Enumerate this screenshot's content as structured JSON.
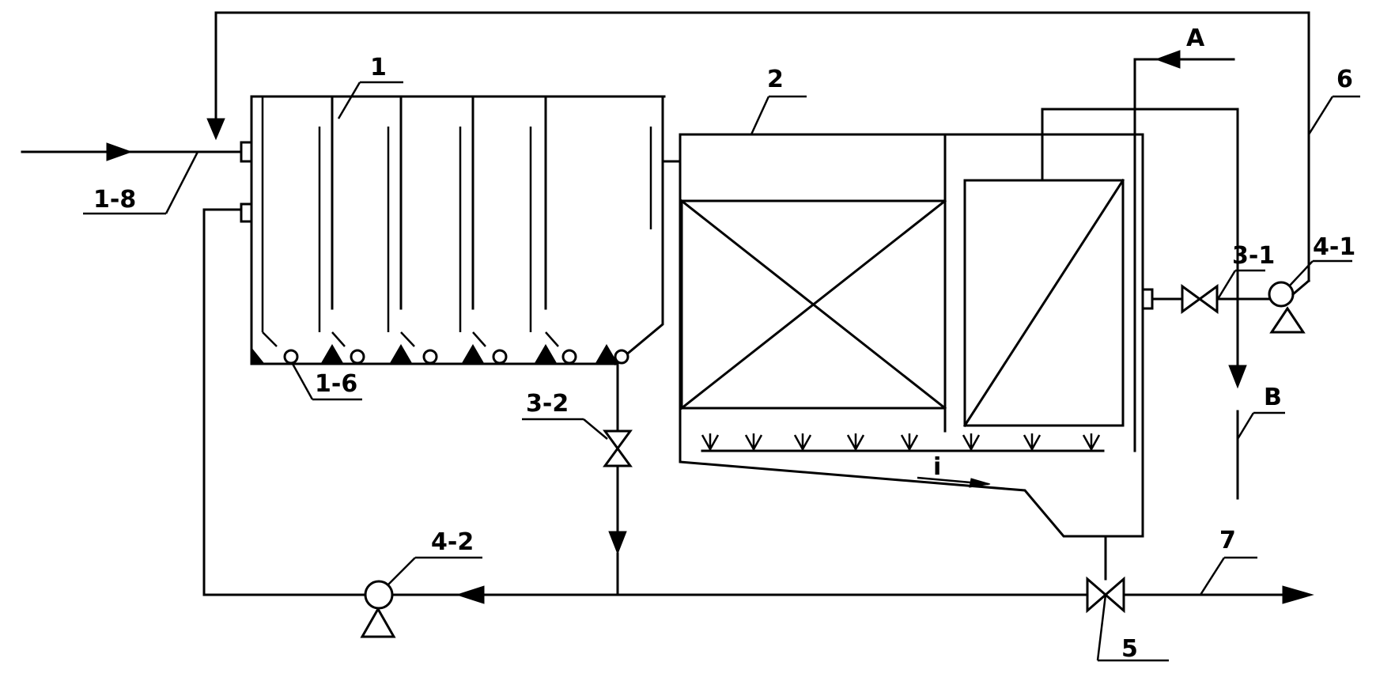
{
  "labels": {
    "tank1": "1",
    "tank2": "2",
    "valve_3_1": "3-1",
    "valve_3_2": "3-2",
    "pump_4_1": "4-1",
    "pump_4_2": "4-2",
    "valve_5": "5",
    "pipe_6": "6",
    "pipe_7": "7",
    "inlet_1_8": "1-8",
    "aerator_1_6": "1-6",
    "stream_A": "A",
    "stream_B": "B",
    "slope_mark": "i"
  }
}
